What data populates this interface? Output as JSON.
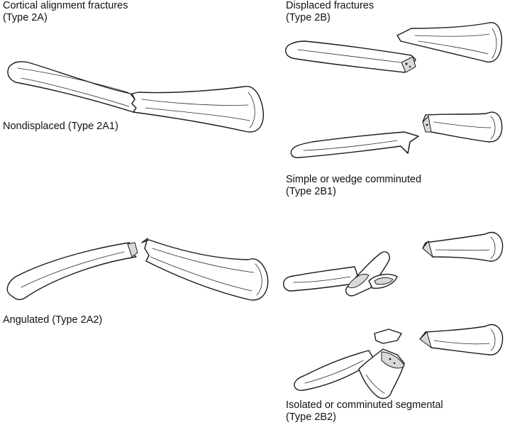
{
  "panels": {
    "type_2a": {
      "line1": "Cortical alignment fractures",
      "line2": "(Type 2A)"
    },
    "type_2b": {
      "line1": "Displaced fractures",
      "line2": "(Type 2B)"
    },
    "type_2a1": {
      "line1": "Nondisplaced (Type 2A1)"
    },
    "type_2a2": {
      "line1": "Angulated (Type 2A2)"
    },
    "type_2b1": {
      "line1": "Simple or wedge comminuted",
      "line2": "(Type 2B1)"
    },
    "type_2b2": {
      "line1": "Isolated or comminuted segmental",
      "line2": "(Type 2B2)"
    }
  },
  "colors": {
    "ink": "#1a1a1a",
    "paper": "#ffffff",
    "marrow": "#d9d9d9"
  }
}
